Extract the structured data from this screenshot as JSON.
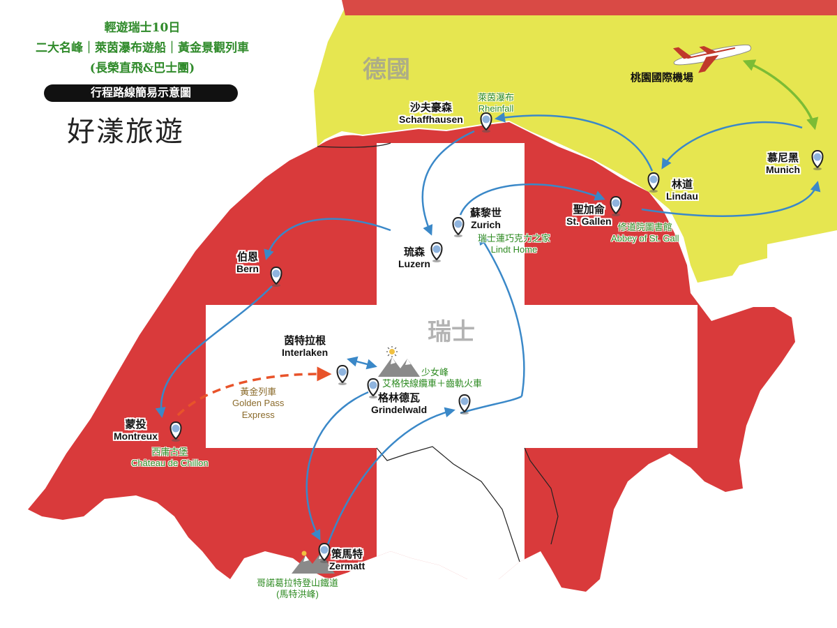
{
  "title": {
    "line1": "輕遊瑞士10日",
    "line2": "二大名峰｜萊茵瀑布遊船｜黃金景觀列車",
    "line3": "(長榮直飛&巴士團)"
  },
  "subtitle_pill": "行程路線簡易示意圖",
  "brand": "好漾旅遊",
  "countries": {
    "germany": "德國",
    "switzerland": "瑞士"
  },
  "airport": "桃園國際機場",
  "cities": [
    {
      "id": "munich",
      "zh": "慕尼黑",
      "en": "Munich"
    },
    {
      "id": "lindau",
      "zh": "林道",
      "en": "Lindau"
    },
    {
      "id": "stgallen",
      "zh": "聖加侖",
      "en": "St. Gallen"
    },
    {
      "id": "schaffhausen",
      "zh": "沙夫豪森",
      "en": "Schaffhausen"
    },
    {
      "id": "zurich",
      "zh": "蘇黎世",
      "en": "Zurich"
    },
    {
      "id": "luzern",
      "zh": "琉森",
      "en": "Luzern"
    },
    {
      "id": "bern",
      "zh": "伯恩",
      "en": "Bern"
    },
    {
      "id": "interlaken",
      "zh": "茵特拉根",
      "en": "Interlaken"
    },
    {
      "id": "grindelwald",
      "zh": "格林德瓦",
      "en": "Grindelwald"
    },
    {
      "id": "montreux",
      "zh": "蒙投",
      "en": "Montreux"
    },
    {
      "id": "zermatt",
      "zh": "策馬特",
      "en": "Zermatt"
    }
  ],
  "attractions": {
    "rheinfall_zh": "萊茵瀑布",
    "rheinfall_en": "Rheinfall",
    "abbey_zh": "修道院圖書館",
    "abbey_en": "Abbey of St. Gall",
    "lindt_zh": "瑞士蓮巧克力之家",
    "lindt_en": "Lindt Home",
    "jungfrau_zh": "少女峰",
    "jungfrau_rail": "艾格快線纜車＋齒軌火車",
    "chillon_zh": "西庸古堡",
    "chillon_en": "Château de Chillon",
    "gornergrat_zh": "哥諾葛拉特登山鐵道",
    "gornergrat_sub": "(馬特洪峰)"
  },
  "golden_pass": {
    "zh": "黃金列車",
    "en1": "Golden Pass",
    "en2": "Express"
  },
  "colors": {
    "swiss_red": "#d93a3b",
    "germany_yellow": "#e6e650",
    "route_blue": "#3a88c8",
    "flight_green": "#7cbc35",
    "train_orange": "#e8532a",
    "title_green": "#2f8a2a"
  },
  "icons": [
    "map-pin-icon",
    "airplane-icon",
    "mountain-icon",
    "sun-icon"
  ]
}
